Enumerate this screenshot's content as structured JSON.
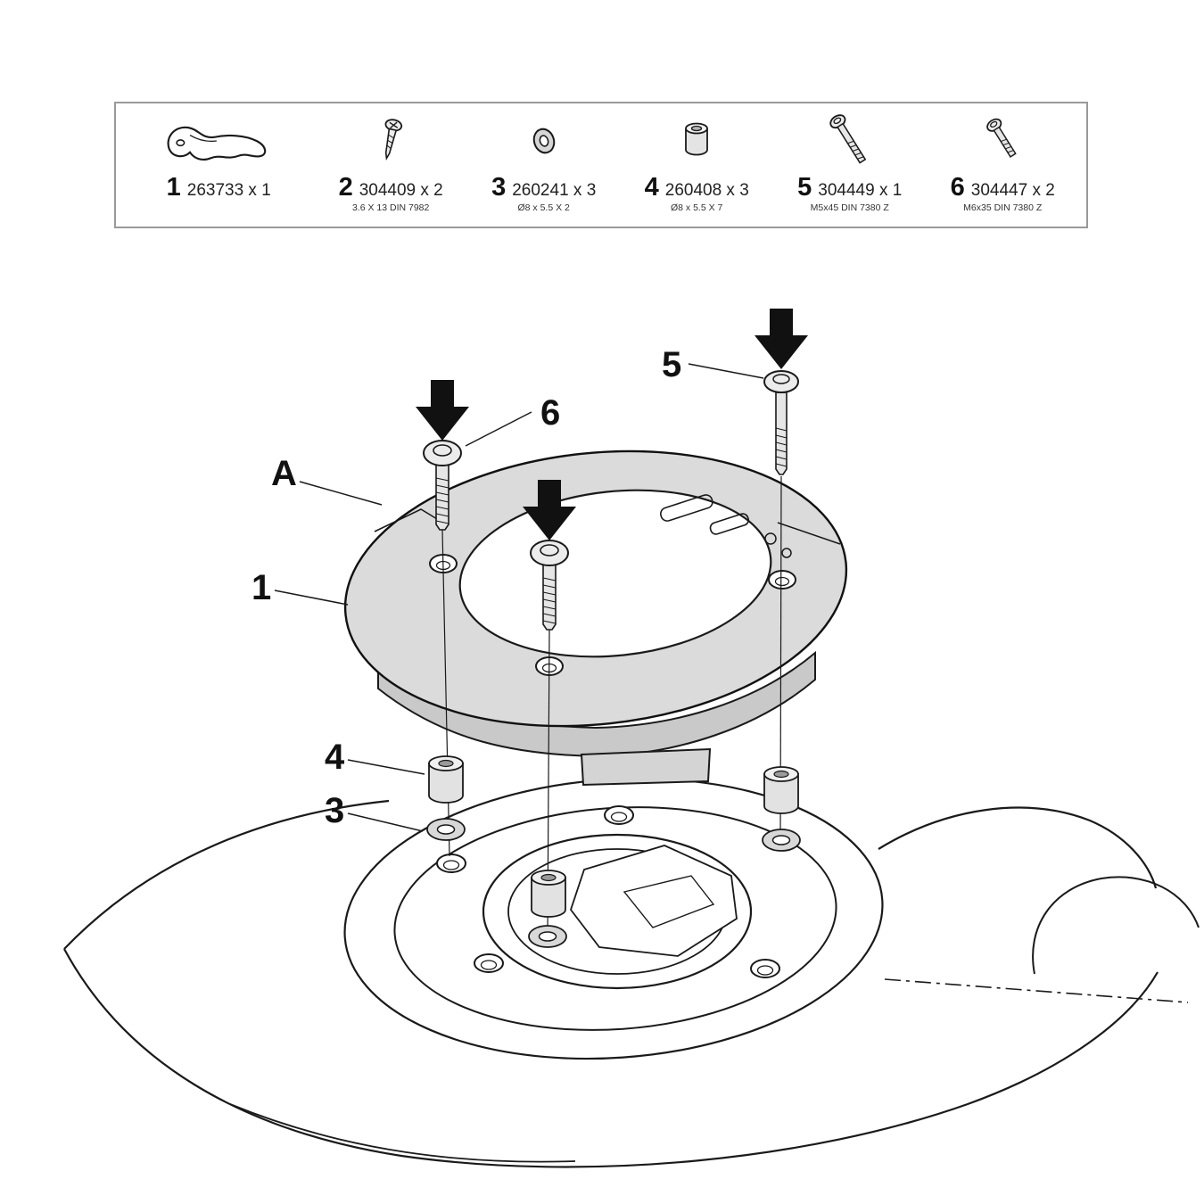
{
  "legend": {
    "items": [
      {
        "num": "1",
        "code": "263733 x 1",
        "spec": "",
        "icon": "gasket-icon"
      },
      {
        "num": "2",
        "code": "304409 x 2",
        "spec": "3.6 X 13 DIN 7982",
        "icon": "screw-icon"
      },
      {
        "num": "3",
        "code": "260241 x 3",
        "spec": "Ø8 x 5.5 X 2",
        "icon": "washer-icon"
      },
      {
        "num": "4",
        "code": "260408 x 3",
        "spec": "Ø8 x 5.5 X 7",
        "icon": "bushing-icon"
      },
      {
        "num": "5",
        "code": "304449 x 1",
        "spec": "M5x45 DIN 7380 Z",
        "icon": "bolt-long-icon"
      },
      {
        "num": "6",
        "code": "304447 x 2",
        "spec": "M6x35 DIN 7380 Z",
        "icon": "bolt-short-icon"
      }
    ]
  },
  "diagram": {
    "labels": {
      "a": "A",
      "ring": "1",
      "washer": "3",
      "spacer": "4",
      "bolt5": "5",
      "bolt6": "6"
    }
  },
  "colors": {
    "line": "#1a1a1a",
    "ring_fill": "#dbdbdb",
    "ring_front_fill": "#c9c9c9",
    "metal_fill": "#e8e8e8",
    "background": "#ffffff"
  }
}
